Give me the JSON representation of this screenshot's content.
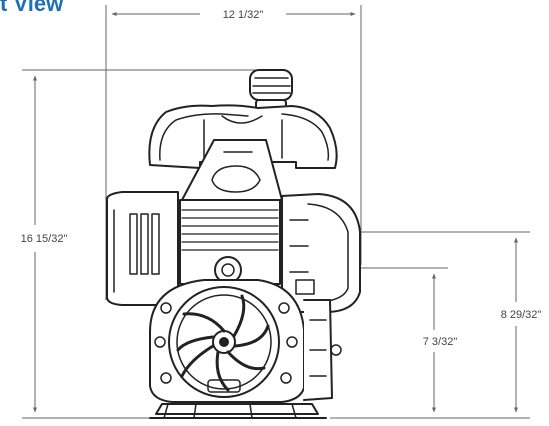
{
  "title": "t View",
  "dimensions": {
    "width": "12 1/32\"",
    "height": "16 15/32\"",
    "outlet_height": "8 29/32\"",
    "inlet_height": "7 3/32\""
  },
  "colors": {
    "title": "#1f6fb6",
    "line": "#222222",
    "dimension_text": "#444444"
  }
}
